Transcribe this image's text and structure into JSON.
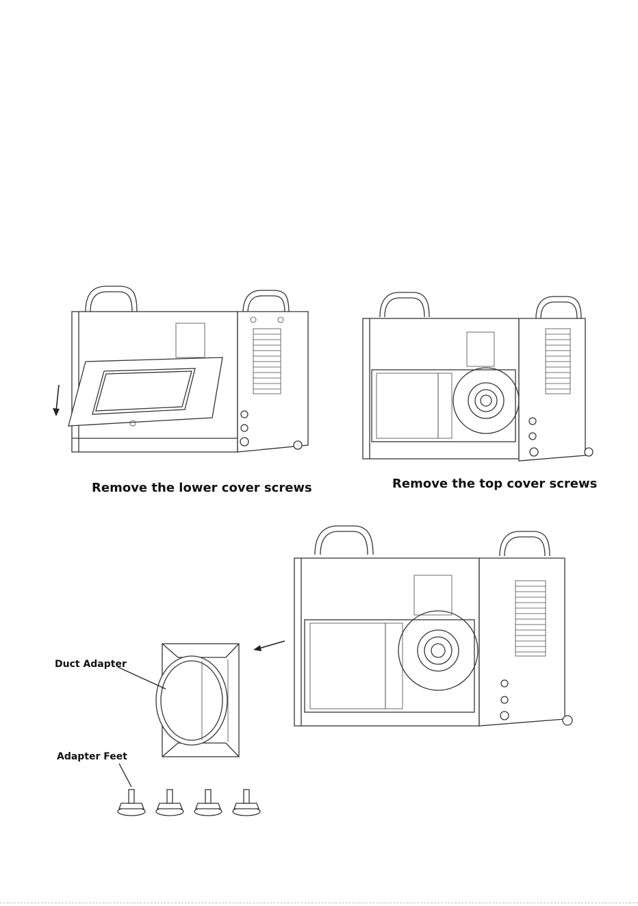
{
  "figures": {
    "lower_cover": {
      "caption": "Remove the lower cover screws"
    },
    "top_cover": {
      "caption": "Remove the top cover screws"
    },
    "duct_assembly": {
      "duct_adapter_label": "Duct Adapter",
      "adapter_feet_label": "Adapter Feet"
    }
  },
  "colors": {
    "line": "#333333",
    "background": "#ffffff"
  },
  "icons": [
    "down-arrow-icon",
    "left-arrow-icon"
  ]
}
